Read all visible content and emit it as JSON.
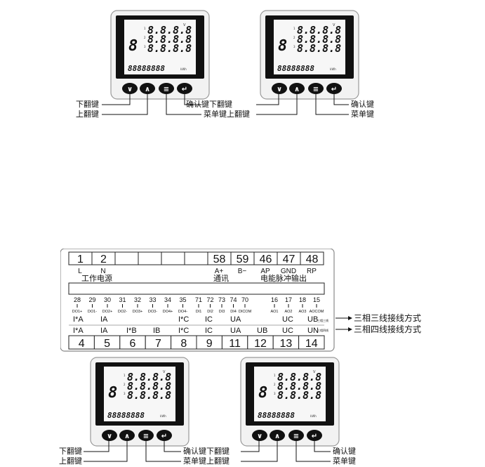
{
  "meter": {
    "row_digits": "8.8.8.8",
    "row_indices": [
      "1",
      "2",
      "3"
    ],
    "top_unit": "V",
    "small_digit": "8",
    "bottom_digits": "88888888",
    "bottom_unit": "kWh",
    "buttons": [
      {
        "name": "down",
        "symbol": "∨"
      },
      {
        "name": "up",
        "symbol": "∧"
      },
      {
        "name": "menu",
        "symbol": "≡"
      },
      {
        "name": "enter",
        "symbol": "↵"
      }
    ]
  },
  "labels": {
    "down_key": "下翻键",
    "up_key": "上翻键",
    "confirm_key": "确认键",
    "menu_key": "菜单键",
    "confirm_down_key": "确认键下翻键",
    "menu_up_key": "菜单键上翻键"
  },
  "terminal": {
    "top_numbers": [
      "1",
      "2",
      "",
      "",
      "",
      "",
      "58",
      "59",
      "46",
      "47",
      "48"
    ],
    "top_signals": [
      "L",
      "N",
      "",
      "",
      "",
      "",
      "A+",
      "B−",
      "AP",
      "GND",
      "RP"
    ],
    "group_power": "工作电源",
    "group_comm": "通讯",
    "group_pulse": "电能脉冲输出",
    "do_numbers": [
      "28",
      "29",
      "30",
      "31",
      "32",
      "33",
      "34",
      "35"
    ],
    "do_labels": [
      "DO1+",
      "DO1-",
      "DO2+",
      "DO2-",
      "DO3+",
      "DO3-",
      "DO4+",
      "DO4-"
    ],
    "di_numbers": [
      "71",
      "72",
      "73",
      "74",
      "70"
    ],
    "di_labels": [
      "DI1",
      "DI2",
      "DI3",
      "DI4",
      "DICOM"
    ],
    "ao_numbers": [
      "16",
      "17",
      "18",
      "15"
    ],
    "ao_labels": [
      "AO1",
      "AO2",
      "AO3",
      "AOCOM"
    ],
    "row3w": [
      "I*A",
      "IA",
      "",
      "",
      "I*C",
      "IC",
      "UA",
      "",
      "UC",
      "UB"
    ],
    "row4w": [
      "I*A",
      "IA",
      "I*B",
      "IB",
      "I*C",
      "IC",
      "UA",
      "UB",
      "UC",
      "UN"
    ],
    "tag3w": "三相三线",
    "tag4w": "三相四线",
    "bottom_numbers": [
      "4",
      "5",
      "6",
      "7",
      "8",
      "9",
      "11",
      "12",
      "13",
      "14"
    ],
    "mode_3p3w": "三相三线接线方式",
    "mode_3p4w": "三相四线接线方式"
  }
}
